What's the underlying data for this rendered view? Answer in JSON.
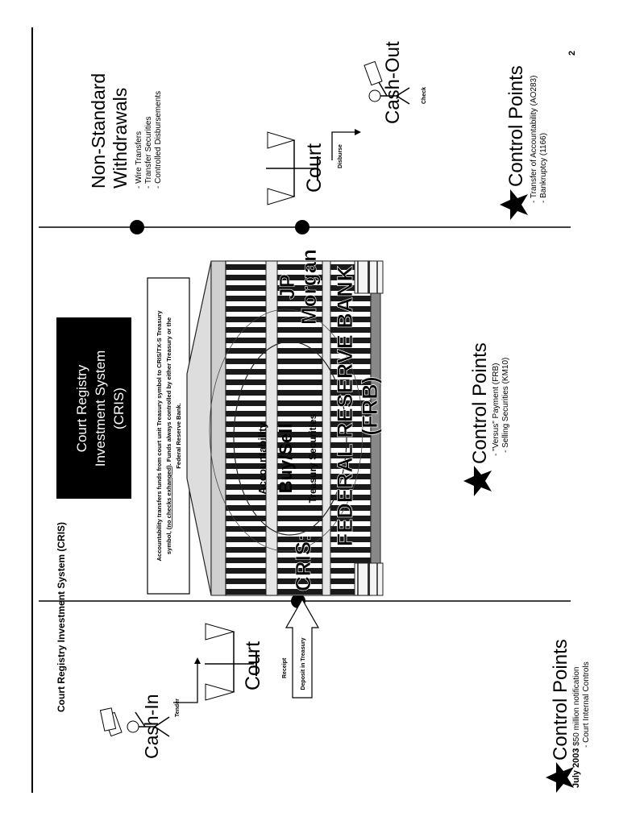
{
  "header": {
    "doc_title": "Court Registry Investment System (CRIS)",
    "date": "July 2003",
    "page_number": "2"
  },
  "title_box": {
    "line1": "Court Registry",
    "line2": "Investment System",
    "line3": "(CRIS)"
  },
  "note": {
    "line1": "Accountability transfers funds from court unit Treasury symbol to CRIS/TX-S Treasury",
    "line2a": "symbol, (",
    "line2b": "no checks exhanged",
    "line2c": ").  Funds always controlled by either Treasury or the",
    "line3": "Federal Reserve Bank."
  },
  "cash_in": {
    "label": "Cash-In",
    "tender": "Tender",
    "court": "Court",
    "receipt": "Receipt",
    "deposit": "Deposit in Treasury"
  },
  "center": {
    "cris": "CRIS:",
    "accountability": "Accountability",
    "buy_sell": "Buy/Sell",
    "treasury_securities": "Treasury Securities",
    "jp": "JP",
    "morgan": "Morgan",
    "bank_line1": "FEDERAL RESERVE BANK",
    "bank_line2": "(FRB)"
  },
  "cash_out": {
    "title_line1": "Non-Standard",
    "title_line2": "Withdrawals",
    "items": [
      "- Wire Transfers",
      "- Transfer Securities",
      "- Controlled Disbursements"
    ],
    "court": "Court",
    "disburse": "Disburse",
    "label": "Cash-Out",
    "check": "Check"
  },
  "control_points": [
    {
      "title": "Control Points",
      "items": [
        "- $50 million notification",
        "- Court Internal Controls"
      ]
    },
    {
      "title": "Control Points",
      "items": [
        "- \"Versus\" Payment (FRB)",
        "- Selling Securities (KM10)"
      ]
    },
    {
      "title": "Control Points",
      "items": [
        "- Transfer of Accountability (AO283)",
        "- Bankruptcy (1166)"
      ]
    }
  ],
  "icons": {
    "star": "star-icon",
    "scale": "scale-icon",
    "person": "person-with-money-icon",
    "building": "federal-reserve-building-icon"
  }
}
